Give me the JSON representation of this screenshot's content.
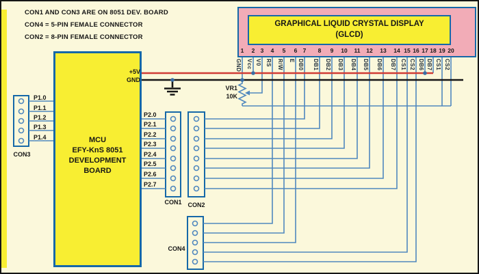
{
  "notes": [
    "CON1 AND CON3 ARE ON 8051 DEV. BOARD",
    "CON4 = 5-PIN FEMALE CONNECTOR",
    "CON2 = 8-PIN FEMALE CONNECTOR"
  ],
  "glcd": {
    "title_line1": "GRAPHICAL LIQUID CRYSTAL DISPLAY",
    "title_line2": "(GLCD)",
    "pins": [
      {
        "n": "1",
        "label": "GND"
      },
      {
        "n": "2",
        "label": "Vcc"
      },
      {
        "n": "3",
        "label": "V0"
      },
      {
        "n": "4",
        "label": "RS"
      },
      {
        "n": "5",
        "label": "R/W̅"
      },
      {
        "n": "6",
        "label": "E"
      },
      {
        "n": "7",
        "label": "DB0"
      },
      {
        "n": "8",
        "label": "DB1"
      },
      {
        "n": "9",
        "label": "DB2"
      },
      {
        "n": "10",
        "label": "DB3"
      },
      {
        "n": "11",
        "label": "DB4"
      },
      {
        "n": "12",
        "label": "DB5"
      },
      {
        "n": "13",
        "label": "DB6"
      },
      {
        "n": "14",
        "label": "DB7"
      },
      {
        "n": "15",
        "label": "CS1"
      },
      {
        "n": "16",
        "label": "CS2"
      },
      {
        "n": "17",
        "label": "DB6"
      },
      {
        "n": "18",
        "label": "DB7"
      },
      {
        "n": "19",
        "label": "CS1"
      },
      {
        "n": "20",
        "label": "CS2"
      }
    ]
  },
  "mcu": {
    "lines": [
      "MCU",
      "EFY-KnS 8051",
      "DEVELOPMENT",
      "BOARD"
    ]
  },
  "power": {
    "vcc": "+5V",
    "gnd": "GND"
  },
  "vr1": {
    "ref": "VR1",
    "value": "10K"
  },
  "connectors": {
    "con1": "CON1",
    "con2": "CON2",
    "con3": "CON3",
    "con4": "CON4"
  },
  "ports": {
    "p1": [
      "P1.0",
      "P1.1",
      "P1.2",
      "P1.3",
      "P1.4"
    ],
    "p2": [
      "P2.0",
      "P2.1",
      "P2.2",
      "P2.3",
      "P2.4",
      "P2.5",
      "P2.6",
      "P2.7"
    ]
  },
  "colors": {
    "background": "#FBF8DB",
    "board_yellow": "#F8EE32",
    "glcd_pink": "#F2ACB7",
    "outline_blue": "#1568A8",
    "wire_blue": "#4F87BE",
    "power_red": "#D03C35",
    "wire_black": "#161616"
  }
}
